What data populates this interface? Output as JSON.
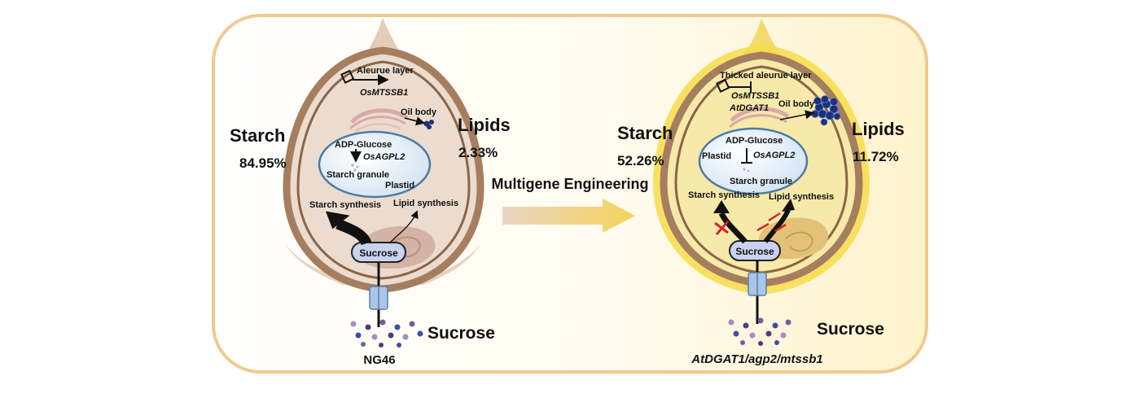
{
  "panel_title": "Multigene Engineering",
  "left": {
    "label": "NG46",
    "starch_label": "Starch",
    "starch_value": "84.95%",
    "lipids_label": "Lipids",
    "lipids_value": "2.33%",
    "aleurone": "Aleurue layer",
    "gene1": "OsMTSSB1",
    "oil_body": "Oil body",
    "adp_glucose": "ADP-Glucose",
    "gene_agpl2": "OsAGPL2",
    "starch_granule": "Starch granule",
    "plastid": "Plastid",
    "starch_synthesis": "Starch synthesis",
    "lipid_synthesis": "Lipid synthesis",
    "sucrose_node": "Sucrose",
    "sucrose_outside": "Sucrose"
  },
  "right": {
    "label": "AtDGAT1/agp2/mtssb1",
    "starch_label": "Starch",
    "starch_value": "52.26%",
    "lipids_label": "Lipids",
    "lipids_value": "11.72%",
    "aleurone": "Thicked aleurue layer",
    "gene1": "OsMTSSB1",
    "gene2": "AtDGAT1",
    "oil_body": "Oil body",
    "adp_glucose": "ADP-Glucose",
    "gene_agpl2": "OsAGPL2",
    "starch_granule": "Starch granule",
    "plastid": "Plastid",
    "starch_synthesis": "Starch synthesis",
    "lipid_synthesis": "Lipid synthesis",
    "sucrose_node": "Sucrose",
    "sucrose_outside": "Sucrose"
  },
  "colors": {
    "frame_border": "#f2c98f",
    "seed_coat": "#a57e5f",
    "seed_fill_left": "#ecdccf",
    "seed_fill_right": "#f6e9a9",
    "aleurone_glow": "#f5d53a",
    "plastid_fill": "#dcebf7",
    "plastid_border": "#4f7aa0",
    "sucrose_node": "#c9d2ee",
    "oil_body": "#1c2f7a",
    "arrow_gold": "#f1d27a",
    "block_red": "#d8222a"
  }
}
